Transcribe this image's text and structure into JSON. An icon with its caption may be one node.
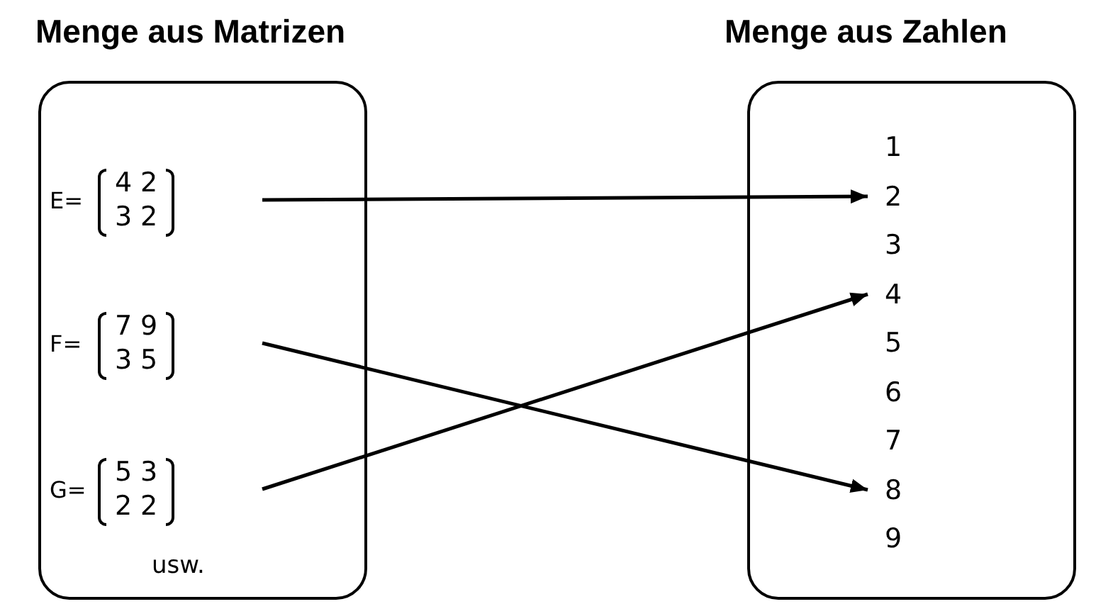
{
  "diagram": {
    "nodes": [
      {
        "text": [
          "Menge aus Matrizen"
        ]
      },
      {
        "text": [
          "E=",
          "4",
          "2",
          "3",
          "2"
        ],
        "in": 0
      },
      {
        "text": [
          "F=",
          "7",
          "9",
          "3",
          "5"
        ],
        "in": 0
      },
      {
        "text": [
          "G=",
          "5",
          "3",
          "2",
          "2"
        ],
        "in": 0
      },
      {
        "text": [
          "Menge aus Zahlen"
        ]
      },
      {
        "text": [
          "1"
        ],
        "in": 4
      },
      {
        "text": [
          "2"
        ],
        "in": 4
      },
      {
        "text": [
          "3"
        ],
        "in": 4
      },
      {
        "text": [
          "4"
        ],
        "in": 4
      },
      {
        "text": [
          "5"
        ],
        "in": 4
      },
      {
        "text": [
          "6"
        ],
        "in": 4
      },
      {
        "text": [
          "7"
        ],
        "in": 4
      },
      {
        "text": [
          "8"
        ],
        "in": 4
      },
      {
        "text": [
          "9"
        ],
        "in": 4
      }
    ],
    "edges": [
      {
        "from": 1,
        "to": 6,
        "arrow": "to"
      },
      {
        "from": 2,
        "to": 12,
        "arrow": "to"
      },
      {
        "from": 3,
        "to": 8,
        "arrow": "to"
      }
    ],
    "labels": [
      "usw."
    ]
  }
}
